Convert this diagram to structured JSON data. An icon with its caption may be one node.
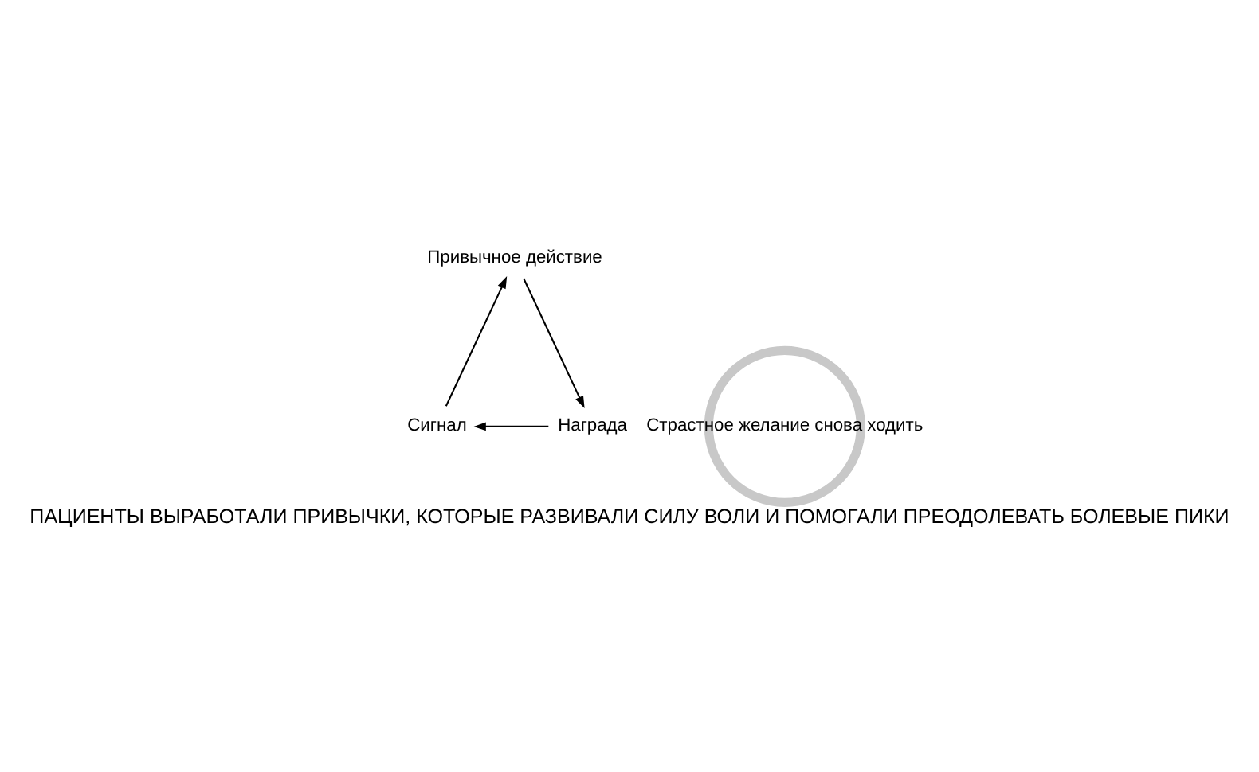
{
  "diagram": {
    "caption": "ПАЦИЕНТЫ ВЫРАБОТАЛИ ПРИВЫЧКИ, КОТОРЫЕ РАЗВИВАЛИ СИЛУ ВОЛИ И ПОМОГАЛИ ПРЕОДОЛЕВАТЬ БОЛЕВЫЕ ПИКИ",
    "nodes": [
      {
        "text": [
          "Сигнал"
        ]
      },
      {
        "text": [
          "Привычное действие"
        ]
      },
      {
        "text": [
          "Награда"
        ]
      },
      {
        "text": [
          "Страстное желание снова ходить"
        ]
      }
    ],
    "edges": [
      {
        "from": 0,
        "to": 1,
        "arrow": "to"
      },
      {
        "from": 1,
        "to": 2,
        "arrow": "to"
      },
      {
        "from": 2,
        "to": 0,
        "arrow": "to"
      }
    ]
  }
}
